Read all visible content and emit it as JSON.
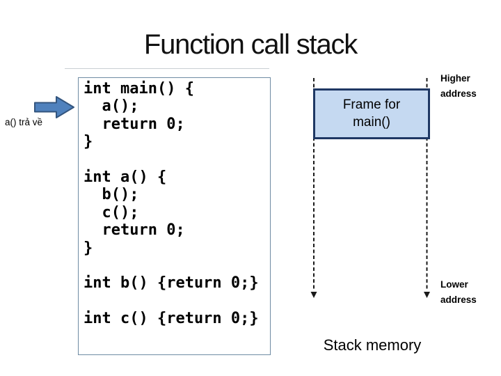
{
  "slide": {
    "title": "Function call stack"
  },
  "left_annotation": {
    "label": "a() trả về",
    "arrow_icon": "right-block-arrow"
  },
  "code_panel": {
    "lines": [
      "int main() {",
      "  a();",
      "  return 0;",
      "}",
      "",
      "int a() {",
      "  b();",
      "  c();",
      "  return 0;",
      "}",
      "",
      "int b() {return 0;}",
      "",
      "int c() {return 0;}"
    ]
  },
  "stack_diagram": {
    "frame_label_line1": "Frame for",
    "frame_label_line2": "main()",
    "higher_address_label": "Higher address",
    "lower_address_label": "Lower address",
    "caption": "Stack memory"
  },
  "colors": {
    "arrow-fill": "#4f81bd",
    "arrow-stroke": "#33557e",
    "code-border": "#6e8ba3",
    "frame-fill": "#c5d9f1",
    "frame-stroke": "#1f3864",
    "dash": "#1a1a1a",
    "text": "#000000"
  }
}
